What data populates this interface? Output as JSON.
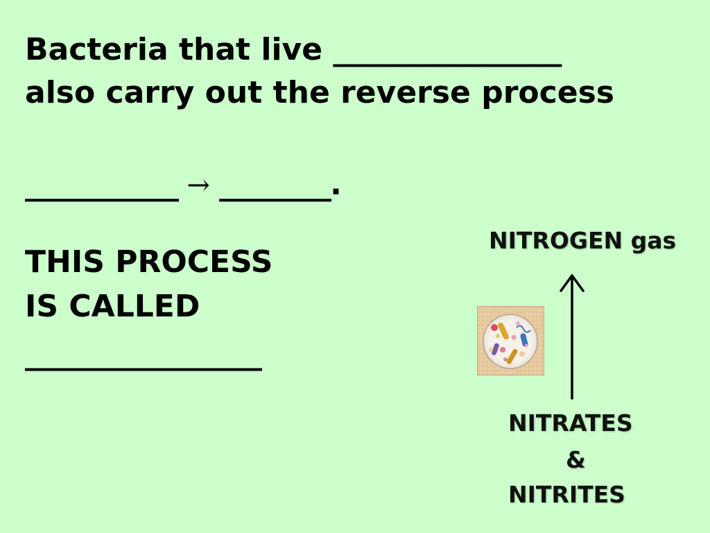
{
  "slide": {
    "line1": "Bacteria that live _______________",
    "line2": "also carry out the reverse process",
    "blank_left": "___________",
    "arrow_symbol": "→",
    "blank_right": "________.",
    "process_line1": "THIS PROCESS",
    "process_line2": "IS CALLED",
    "answer_blank": "_________________"
  },
  "diagram": {
    "top_label": "NITROGEN gas",
    "bottom_label_1": "NITRATES",
    "bottom_label_2": "&",
    "bottom_label_3": "NITRITES",
    "image_icon": "bacteria-cell-illustration"
  },
  "colors": {
    "background": "#ccffcc",
    "text": "#000000"
  }
}
